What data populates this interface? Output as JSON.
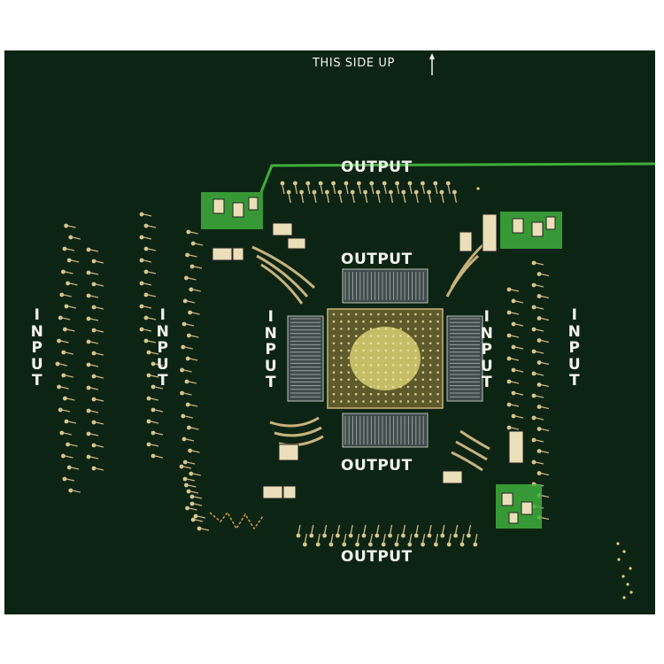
{
  "board": {
    "orientation_label": "THIS SIDE UP",
    "labels": {
      "output_top": "OUTPUT",
      "output_inner_top": "OUTPUT",
      "output_inner_bottom": "OUTPUT",
      "output_bottom": "OUTPUT",
      "input_far_left": "INPUT",
      "input_left": "INPUT",
      "input_inner_left": "INPUT",
      "input_inner_right": "INPUT",
      "input_right": "INPUT"
    }
  },
  "colors": {
    "substrate": "#0c2413",
    "silkscreen": "#f4f4ee",
    "copper": "#c9b27a",
    "trace_green": "#3fae3c",
    "die_core": "#d8cf72"
  }
}
